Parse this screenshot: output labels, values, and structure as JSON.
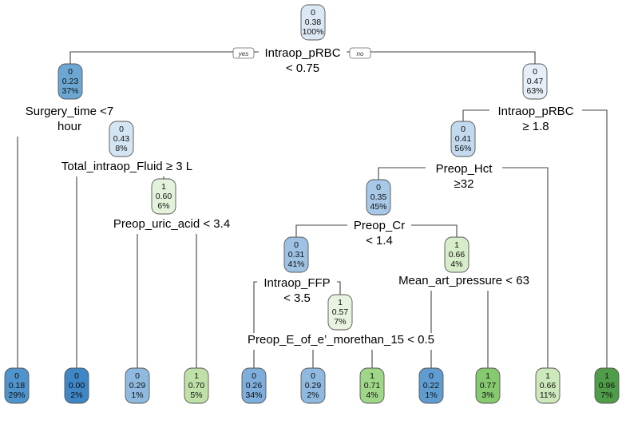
{
  "tree": {
    "nodes": [
      {
        "id": "n1",
        "cls": "0",
        "prob": "0.38",
        "pct": "100%",
        "fill": "#dce9f4"
      },
      {
        "id": "n2",
        "cls": "0",
        "prob": "0.23",
        "pct": "37%",
        "fill": "#6ca6d2"
      },
      {
        "id": "n3",
        "cls": "0",
        "prob": "0.47",
        "pct": "63%",
        "fill": "#e6eff7"
      },
      {
        "id": "n4",
        "cls": "0",
        "prob": "0.43",
        "pct": "8%",
        "fill": "#d4e5f3"
      },
      {
        "id": "n5",
        "cls": "1",
        "prob": "0.60",
        "pct": "6%",
        "fill": "#e3f2da"
      },
      {
        "id": "n6",
        "cls": "0",
        "prob": "0.41",
        "pct": "56%",
        "fill": "#c3d9ee"
      },
      {
        "id": "n7",
        "cls": "0",
        "prob": "0.35",
        "pct": "45%",
        "fill": "#a7c8e6"
      },
      {
        "id": "n8",
        "cls": "0",
        "prob": "0.31",
        "pct": "41%",
        "fill": "#9dc2e4"
      },
      {
        "id": "n9",
        "cls": "1",
        "prob": "0.66",
        "pct": "4%",
        "fill": "#d7ecc9"
      },
      {
        "id": "n10",
        "cls": "1",
        "prob": "0.57",
        "pct": "7%",
        "fill": "#e8f4e0"
      },
      {
        "id": "l1",
        "cls": "0",
        "prob": "0.18",
        "pct": "29%",
        "fill": "#4f94cc"
      },
      {
        "id": "l2",
        "cls": "0",
        "prob": "0.00",
        "pct": "2%",
        "fill": "#3e86c6"
      },
      {
        "id": "l3",
        "cls": "0",
        "prob": "0.29",
        "pct": "1%",
        "fill": "#8fb9df"
      },
      {
        "id": "l4",
        "cls": "1",
        "prob": "0.70",
        "pct": "5%",
        "fill": "#bfe1a8"
      },
      {
        "id": "l5",
        "cls": "0",
        "prob": "0.26",
        "pct": "34%",
        "fill": "#7eaedb"
      },
      {
        "id": "l6",
        "cls": "0",
        "prob": "0.29",
        "pct": "2%",
        "fill": "#8fb9df"
      },
      {
        "id": "l7",
        "cls": "1",
        "prob": "0.71",
        "pct": "4%",
        "fill": "#a0d688"
      },
      {
        "id": "l8",
        "cls": "0",
        "prob": "0.22",
        "pct": "1%",
        "fill": "#5f9dd0"
      },
      {
        "id": "l9",
        "cls": "1",
        "prob": "0.77",
        "pct": "3%",
        "fill": "#86c96f"
      },
      {
        "id": "l10",
        "cls": "1",
        "prob": "0.66",
        "pct": "11%",
        "fill": "#cde8bb"
      },
      {
        "id": "l11",
        "cls": "1",
        "prob": "0.96",
        "pct": "7%",
        "fill": "#4f9d49"
      }
    ],
    "splits": [
      {
        "id": "s1",
        "lines": [
          "Intraop_pRBC",
          "< 0.75"
        ]
      },
      {
        "id": "s2",
        "lines": [
          "Surgery_time <7",
          "hour"
        ]
      },
      {
        "id": "s3",
        "lines": [
          "Intraop_pRBC",
          "≥ 1.8"
        ]
      },
      {
        "id": "s4",
        "lines": [
          "Total_intraop_Fluid  ≥ 3 L"
        ]
      },
      {
        "id": "s5",
        "lines": [
          "Preop_uric_acid  < 3.4"
        ]
      },
      {
        "id": "s6",
        "lines": [
          "Preop_Hct",
          "≥32"
        ]
      },
      {
        "id": "s7",
        "lines": [
          "Preop_Cr",
          "< 1.4"
        ]
      },
      {
        "id": "s8",
        "lines": [
          "Intraop_FFP",
          "< 3.5"
        ]
      },
      {
        "id": "s9",
        "lines": [
          "Mean_art_pressure < 63"
        ]
      },
      {
        "id": "s10",
        "lines": [
          "Preop_E_of_e’_morethan_15 < 0.5"
        ]
      }
    ],
    "branch_labels": {
      "yes": "yes",
      "no": "no"
    },
    "colors": {
      "edge": "#444444",
      "node_border": "#555555",
      "class0_dark": "#3e86c6",
      "class1_dark": "#4f9d49"
    }
  }
}
